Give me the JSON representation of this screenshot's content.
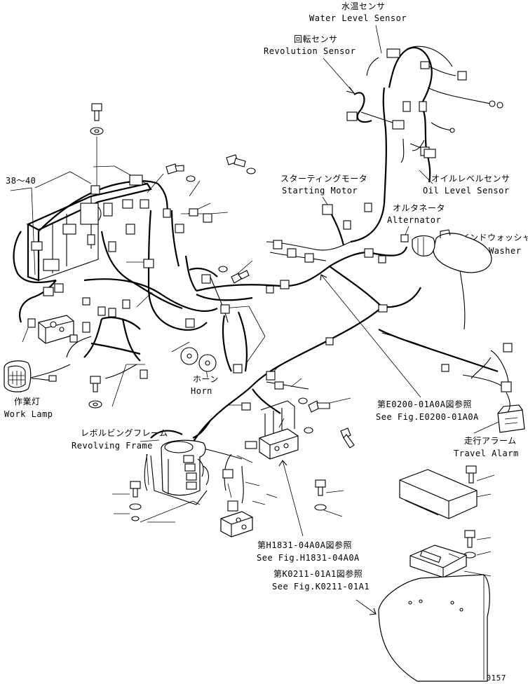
{
  "labels": {
    "water_level_jp": "水温センサ",
    "water_level_en": "Water Level Sensor",
    "revolution_jp": "回転センサ",
    "revolution_en": "Revolution Sensor",
    "starting_motor_jp": "スターティングモータ",
    "starting_motor_en": "Starting Motor",
    "oil_level_jp": "オイルレベルセンサ",
    "oil_level_en": "Oil Level Sensor",
    "alternator_jp": "オルタネータ",
    "alternator_en": "Alternator",
    "window_washer_jp": "ウインドウォッシャ",
    "window_washer_en": "Window Washer",
    "horn_jp": "ホーン",
    "horn_en": "Horn",
    "work_lamp_jp": "作業灯",
    "work_lamp_en": "Work Lamp",
    "revolving_frame_jp": "レボルビングフレーム",
    "revolving_frame_en": "Revolving Frame",
    "travel_alarm_jp": "走行アラーム",
    "travel_alarm_en": "Travel Alarm",
    "ref1_jp": "第E0200-01A0A図参照",
    "ref1_en": "See Fig.E0200-01A0A",
    "ref2_jp": "第H1831-04A0A図参照",
    "ref2_en": "See Fig.H1831-04A0A",
    "ref3_jp": "第K0211-01A1図参照",
    "ref3_en": "See Fig.K0211-01A1",
    "part_range": "38～40",
    "drawing_code": "PWL0157"
  }
}
